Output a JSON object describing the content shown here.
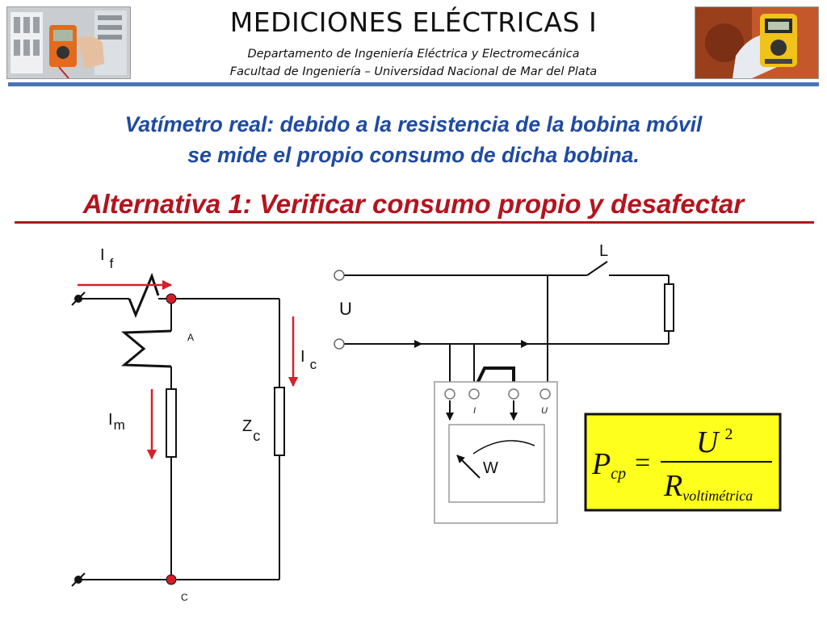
{
  "header": {
    "title": "MEDICIONES ELÉCTRICAS I",
    "subtitle_line1": "Departamento de Ingeniería Eléctrica y Electromecánica",
    "subtitle_line2": "Facultad de Ingeniería – Universidad Nacional de Mar del Plata"
  },
  "headline": {
    "line1": "Vatímetro real: debido a la resistencia de la bobina móvil",
    "line2": "se mide el propio consumo de dicha bobina."
  },
  "section_title": "Alternativa 1: Verificar consumo propio y desafectar",
  "left_circuit": {
    "current_If_main": "I",
    "current_If_sub": "f",
    "current_Ic_main": "I",
    "current_Ic_sub": "c",
    "current_Im_main": "I",
    "current_Im_sub": "m",
    "load_Z_main": "Z",
    "load_Z_sub": "c",
    "node_A": "A",
    "node_C": "C"
  },
  "right_circuit": {
    "switch_label": "L",
    "voltage_label": "U",
    "terminal_I": "I",
    "terminal_U": "U",
    "meter_label": "W"
  },
  "formula": {
    "lhs_main": "P",
    "lhs_sub": "cp",
    "equals": "=",
    "numerator_main": "U",
    "numerator_exp": "2",
    "denominator_main": "R",
    "denominator_sub": "voltimétrica"
  },
  "colors": {
    "header_rule": "#4a73b8",
    "headline": "#1f4aa0",
    "section_title": "#b3141e",
    "current_arrow": "#d8202a",
    "node_dot": "#d21c2a",
    "formula_bg": "#ffff1e"
  }
}
